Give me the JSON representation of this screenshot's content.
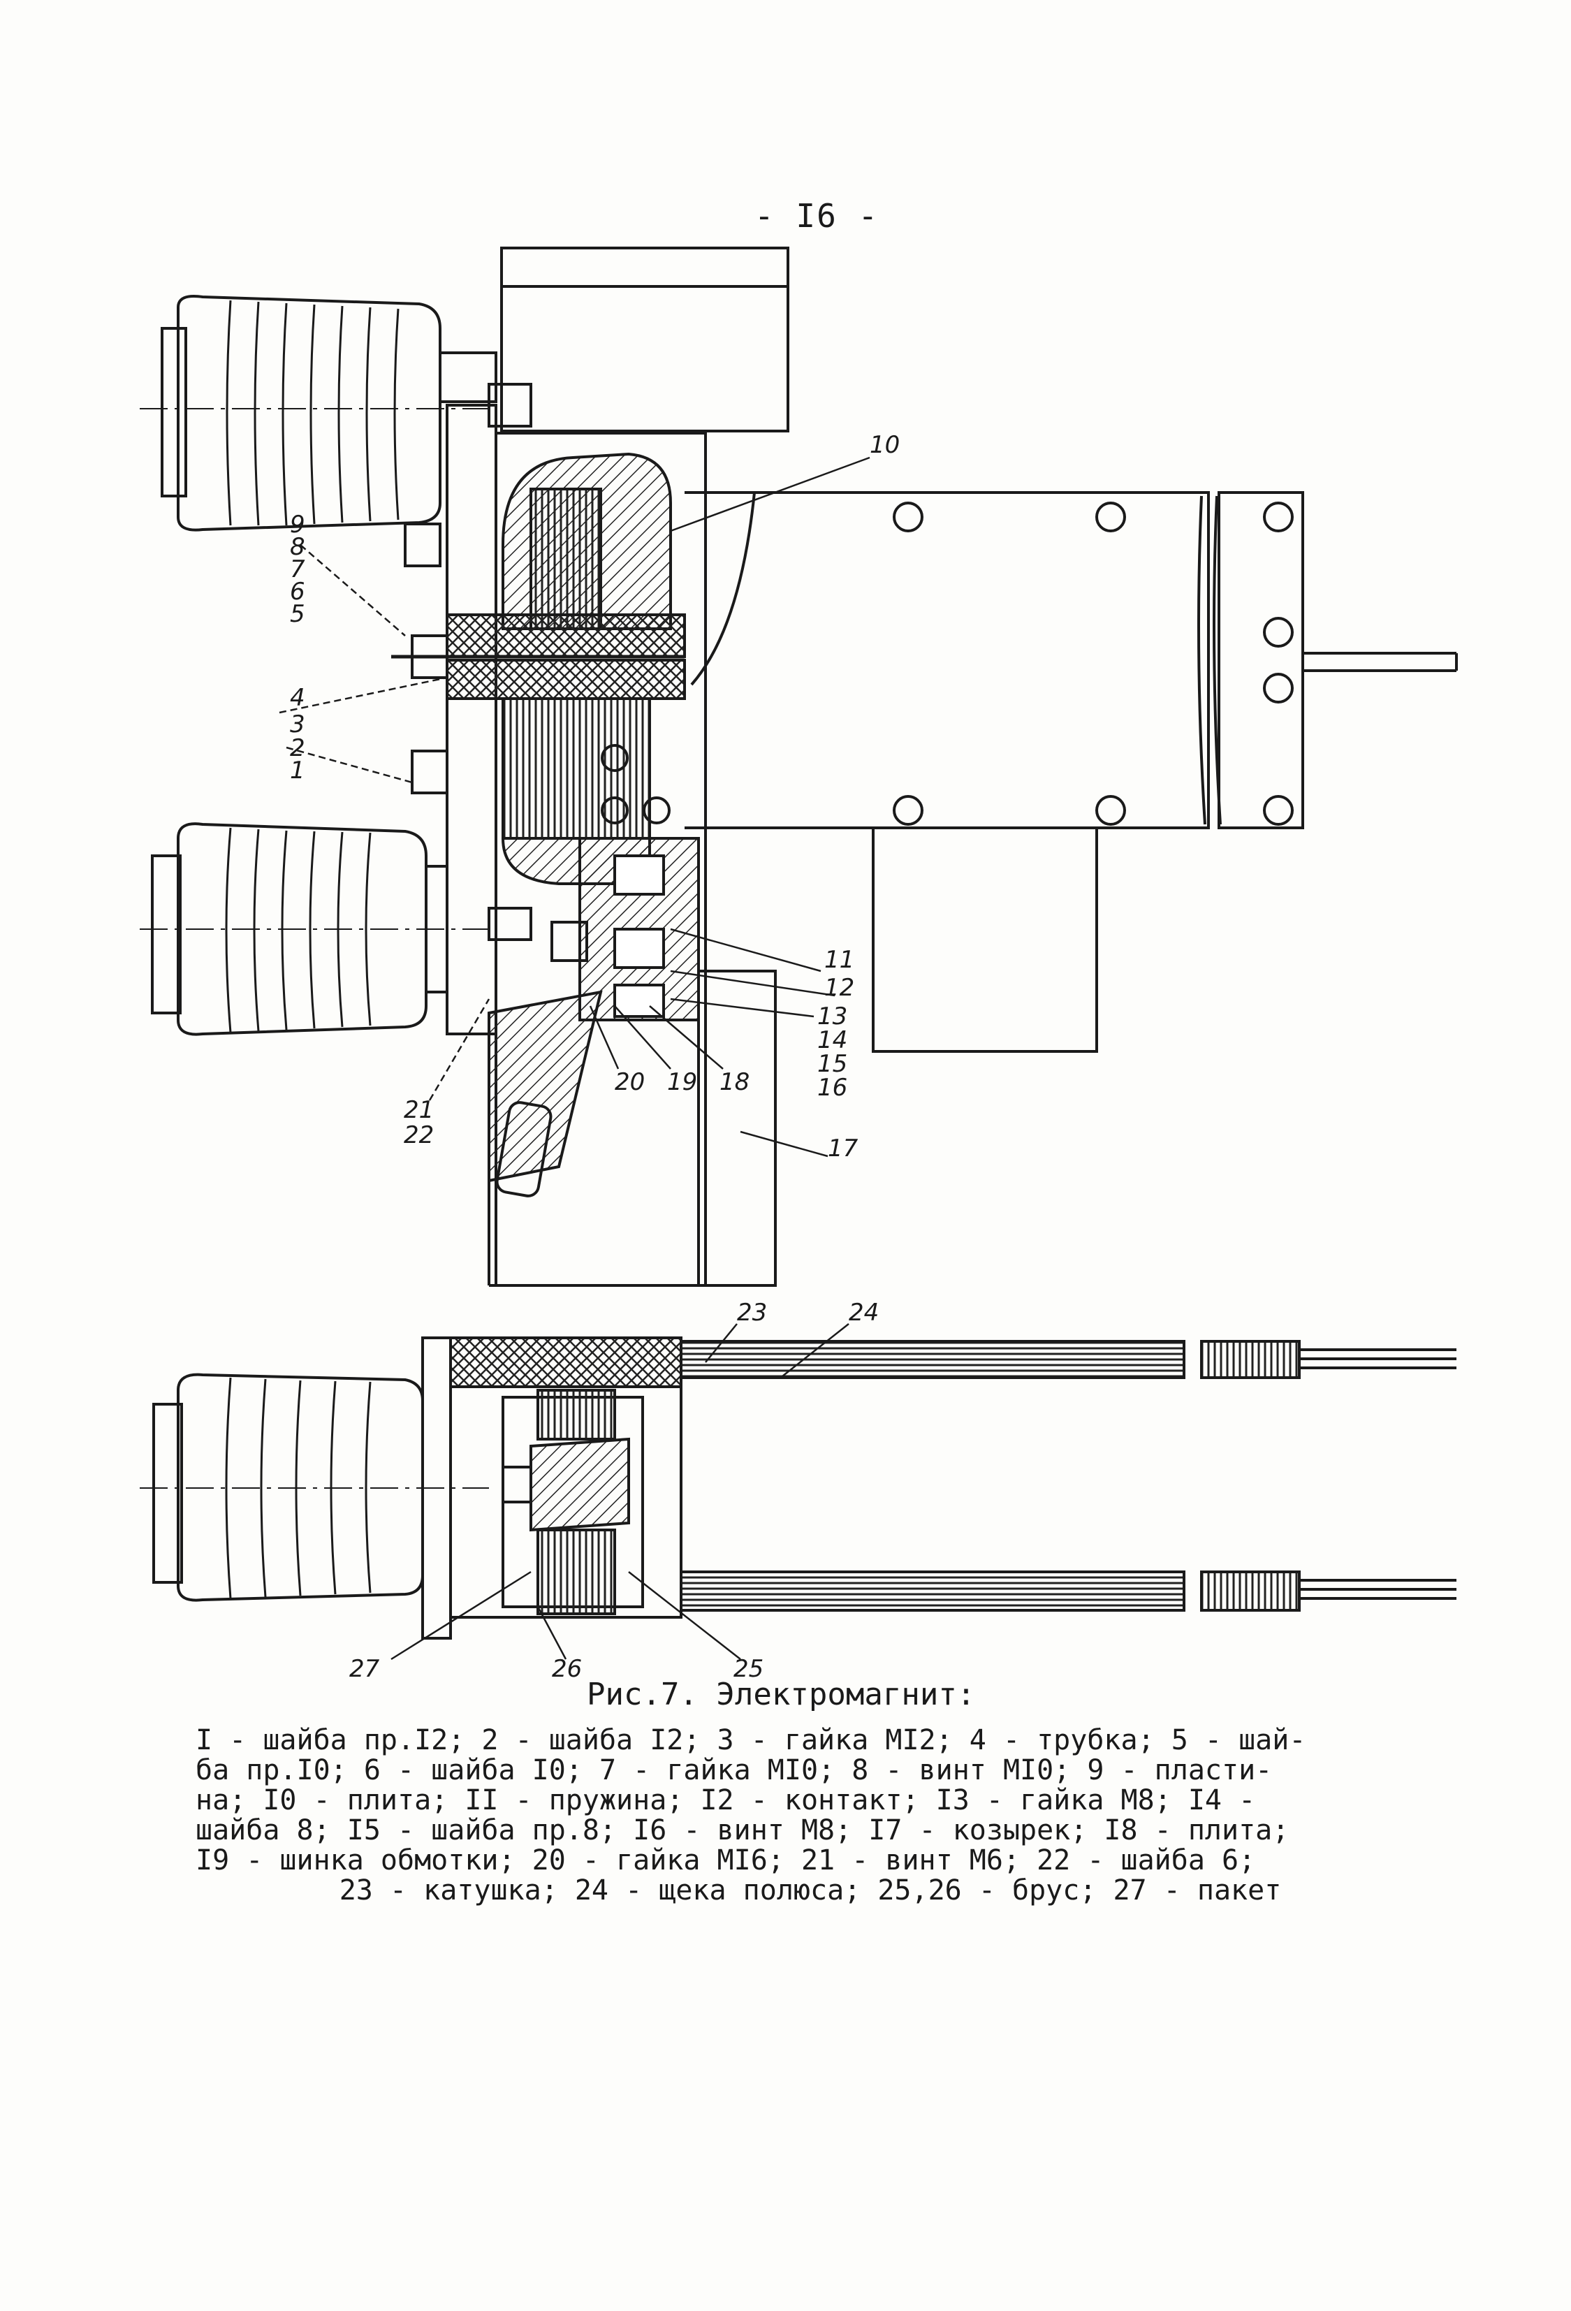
{
  "page_number": "- I6 -",
  "figure": {
    "caption": "Рис.7. Электромагнит:",
    "legend_lines": [
      "I - шайба пр.I2; 2 - шайба I2; 3 - гайка MI2; 4 - трубка; 5 - шай-",
      "ба пр.I0; 6 - шайба I0; 7 - гайка MI0; 8 - винт MI0; 9 - пласти-",
      "на; I0 - плита; II - пружина; I2 - контакт; I3 - гайка M8; I4 -",
      "шайба 8; I5 - шайба пр.8; I6 - винт M8; I7 - козырек; I8 - плита;",
      "I9 - шинка обмотки; 20 - гайка MI6; 21 - винт M6; 22 - шайба 6;",
      "23 - катушка; 24 - щека полюса; 25,26 - брус; 27 - пакет"
    ],
    "callouts": {
      "c10": "10",
      "c9": "9",
      "c8": "8",
      "c7": "7",
      "c6": "6",
      "c5a": "5",
      "c4": "4",
      "c3": "3",
      "c2": "2",
      "c1": "1",
      "c11": "11",
      "c12": "12",
      "c13": "13",
      "c14": "14",
      "c15": "15",
      "c16": "16",
      "c17": "17",
      "c18": "18",
      "c19": "19",
      "c20": "20",
      "c21": "21",
      "c22": "22",
      "c23": "23",
      "c24": "24",
      "c25": "25",
      "c26": "26",
      "c27": "27"
    }
  }
}
